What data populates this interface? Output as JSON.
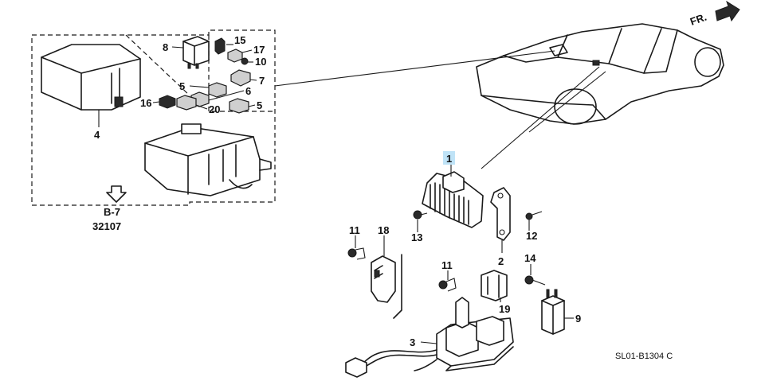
{
  "labels": {
    "p1": "1",
    "p2": "2",
    "p3": "3",
    "p4": "4",
    "p5a": "5",
    "p5b": "5",
    "p6": "6",
    "p7": "7",
    "p8": "8",
    "p9": "9",
    "p10": "10",
    "p11a": "11",
    "p11b": "11",
    "p12": "12",
    "p13": "13",
    "p14": "14",
    "p15": "15",
    "p16": "16",
    "p17": "17",
    "p18": "18",
    "p19": "19",
    "p20": "20"
  },
  "reference": {
    "section": "B-7",
    "code": "32107"
  },
  "direction_label": "FR.",
  "diagram_code": "SL01-B1304 C",
  "colors": {
    "highlight": "#bfe3f7",
    "line": "#1a1a1a"
  }
}
